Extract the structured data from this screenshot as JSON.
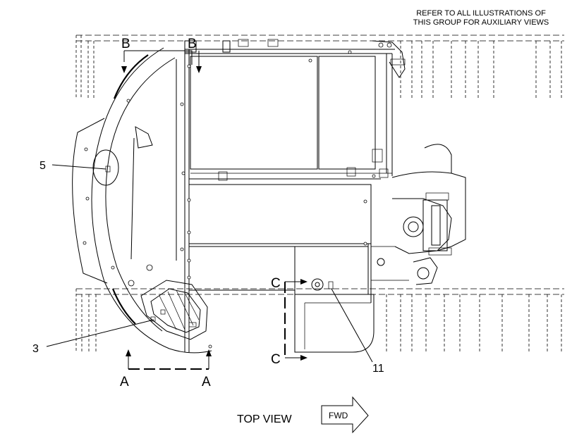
{
  "note": {
    "line1": "REFER TO ALL ILLUSTRATIONS OF",
    "line2": "THIS GROUP FOR AUXILIARY VIEWS"
  },
  "callouts": {
    "c5": "5",
    "c3": "3",
    "c11": "11"
  },
  "sections": {
    "a": "A",
    "b": "B",
    "c": "C"
  },
  "view_label": "TOP VIEW",
  "direction_label": "FWD"
}
